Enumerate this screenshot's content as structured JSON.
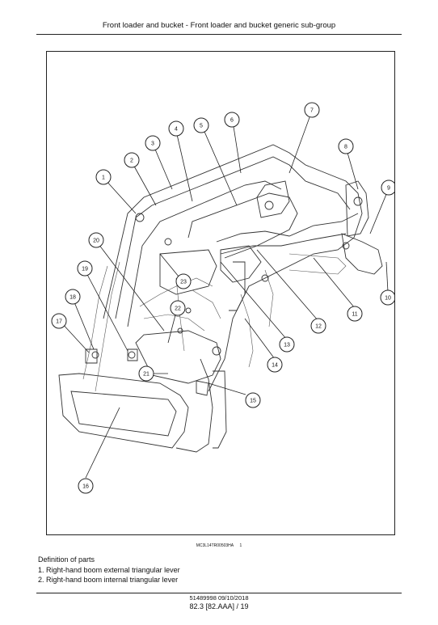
{
  "header": {
    "title": "Front loader and bucket - Front loader and bucket generic sub-group"
  },
  "figure": {
    "code": "MC3L14TR00503HA",
    "number": "1",
    "callouts": [
      "1",
      "2",
      "3",
      "4",
      "5",
      "6",
      "7",
      "8",
      "9",
      "10",
      "11",
      "12",
      "13",
      "14",
      "15",
      "16",
      "17",
      "18",
      "19",
      "20",
      "21",
      "22",
      "23"
    ]
  },
  "definitions": {
    "heading": "Definition of parts",
    "items": [
      {
        "num": "1.",
        "text": "Right-hand boom external triangular lever"
      },
      {
        "num": "2.",
        "text": "Right-hand boom internal triangular lever"
      }
    ]
  },
  "footer": {
    "doc": "51489998 09/10/2018",
    "page": "82.3 [82.AAA] / 19"
  }
}
